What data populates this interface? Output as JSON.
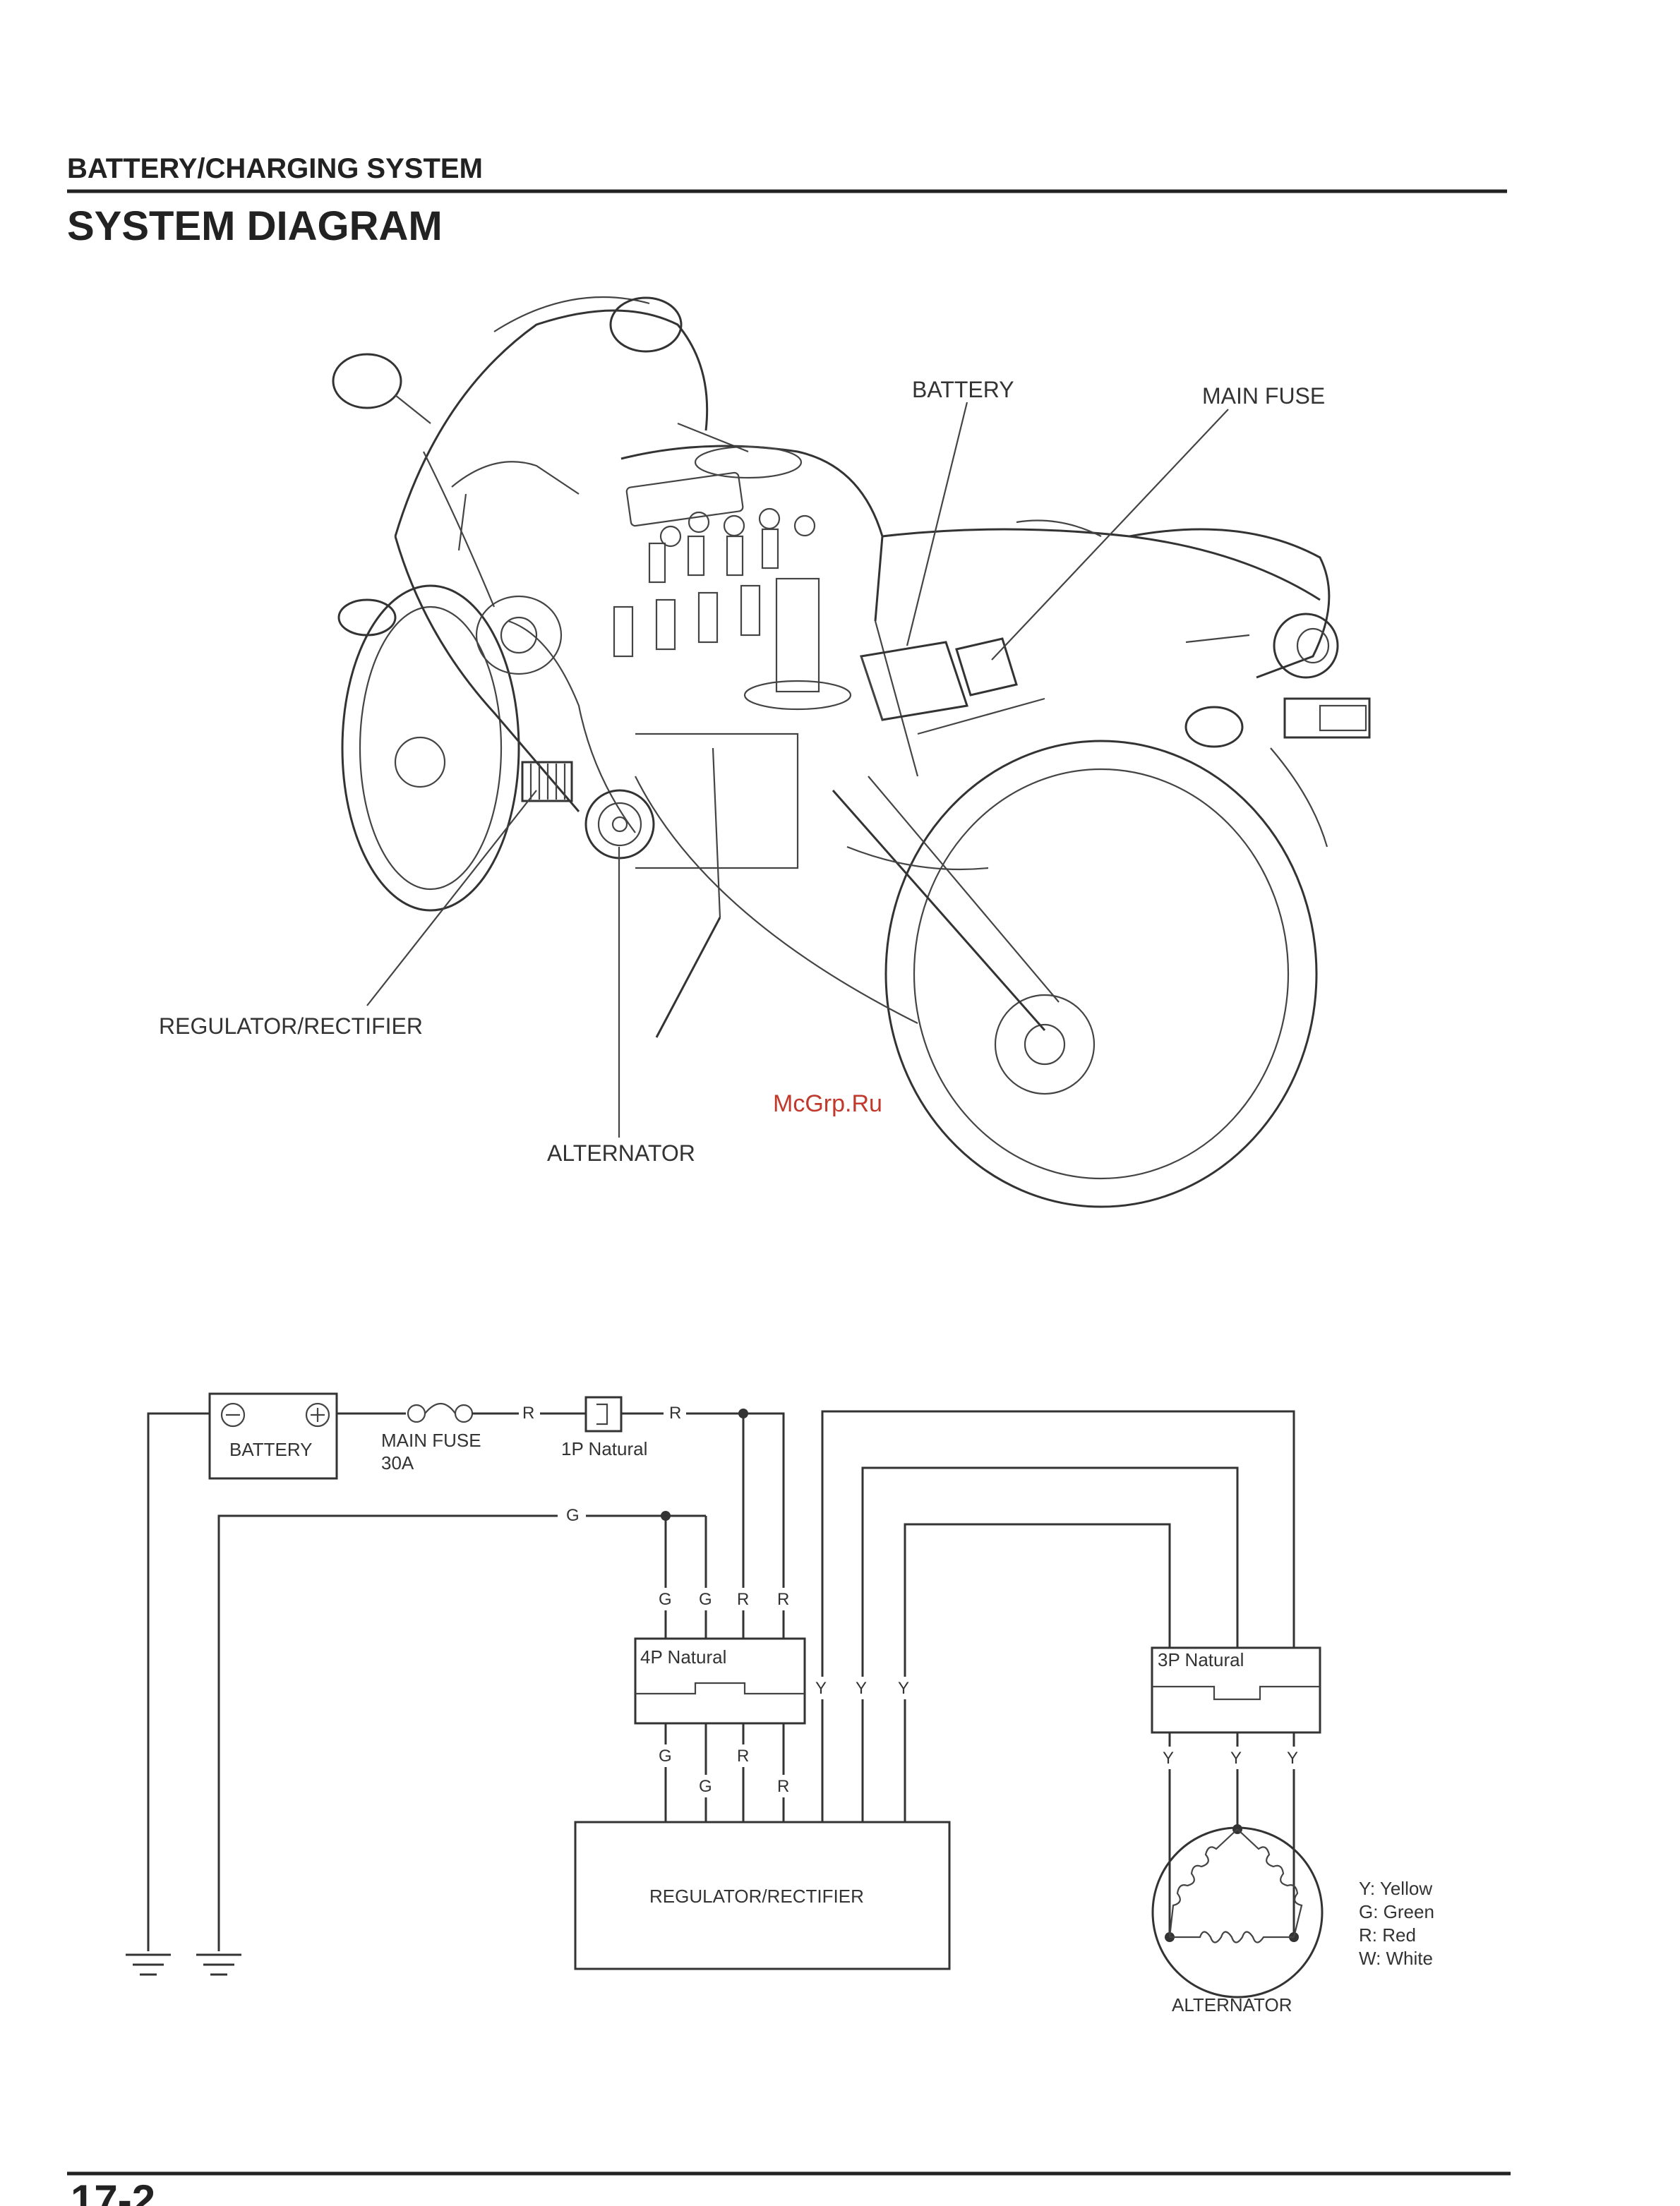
{
  "header": {
    "section": "BATTERY/CHARGING SYSTEM",
    "title": "SYSTEM DIAGRAM"
  },
  "illustration": {
    "callouts": {
      "battery": "BATTERY",
      "main_fuse": "MAIN FUSE",
      "regulator": "REGULATOR/RECTIFIER",
      "alternator": "ALTERNATOR"
    }
  },
  "watermark": "McGrp.Ru",
  "schematic": {
    "battery": "BATTERY",
    "main_fuse": "MAIN FUSE",
    "fuse_rating": "30A",
    "connector_1p": "1P Natural",
    "connector_4p": "4P Natural",
    "connector_3p": "3P Natural",
    "regulator": "REGULATOR/RECTIFIER",
    "alternator": "ALTERNATOR",
    "wire_codes": {
      "red": "R",
      "green": "G",
      "yellow": "Y"
    },
    "legend": [
      "Y: Yellow",
      "G: Green",
      "R: Red",
      "W: White"
    ]
  },
  "footer": {
    "page_number": "17-2"
  }
}
